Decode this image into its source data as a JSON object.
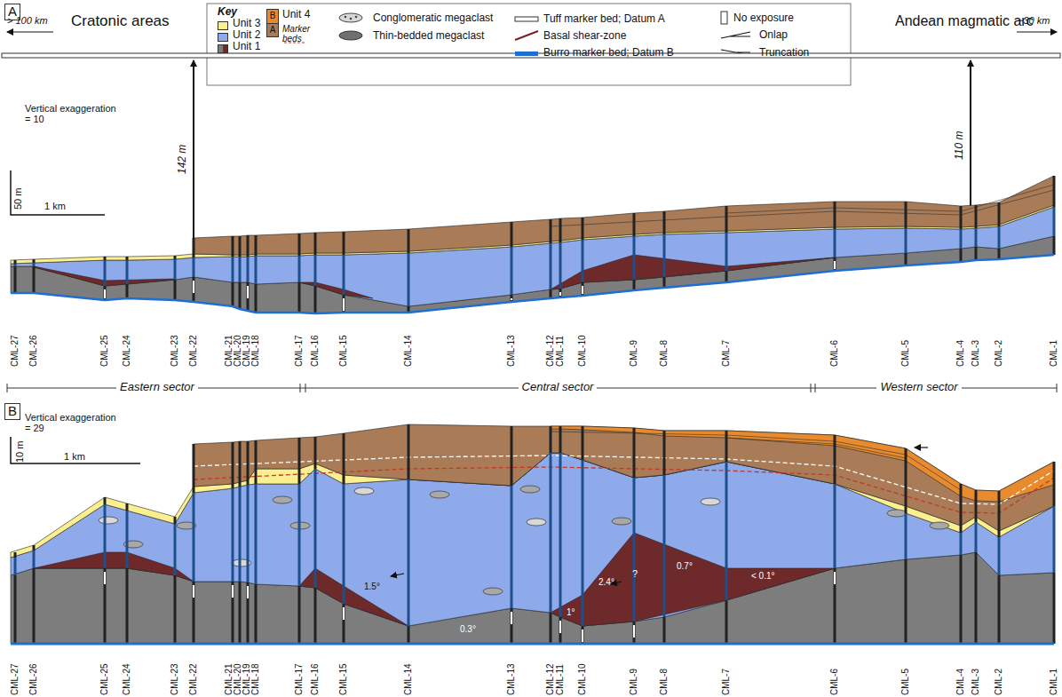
{
  "diagram": {
    "labels": [
      "A",
      "> 100 km",
      "Cratonic areas",
      "Key",
      "B",
      "A",
      "Marker beds",
      "Andean magmatic arc",
      "~30 km",
      "Vertical exaggeration = 10",
      "50 m",
      "1 km",
      "142 m",
      "110 m",
      "CML-27",
      "CML-26",
      "CML-25",
      "CML-24",
      "CML-23",
      "CML-22",
      "CML-21",
      "CML-20",
      "CML-19",
      "CML-18",
      "CML-17",
      "CML-16",
      "CML-15",
      "CML-14",
      "CML-13",
      "CML-12",
      "CML-11",
      "CML-10",
      "CML-9",
      "CML-8",
      "CML-7",
      "CML-6",
      "CML-5",
      "CML-4",
      "CML-3",
      "CML-2",
      "CML-1",
      "Eastern sector",
      "Central sector",
      "Western sector",
      "B",
      "Vertical exaggeration = 29",
      "10 m",
      "1 km",
      "1.5°",
      "0.3°",
      "1°",
      "2.4°",
      "?",
      "0.7°",
      "< 0.1°",
      "CML-27",
      "CML-26",
      "CML-25",
      "CML-24",
      "CML-23",
      "CML-22",
      "CML-21",
      "CML-20",
      "CML-19",
      "CML-18",
      "CML-17",
      "CML-16",
      "CML-15",
      "CML-14",
      "CML-13",
      "CML-12",
      "CML-11",
      "CML-10",
      "CML-9",
      "CML-8",
      "CML-7",
      "CML-6",
      "CML-5",
      "CML-4",
      "CML-3",
      "CML-2",
      "CML-1"
    ],
    "legend": [
      {
        "text": "Unit 3",
        "color": "#fcef8f"
      },
      {
        "text": "Unit 2",
        "color": "#8eaaea"
      },
      {
        "text": "Unit 1",
        "color": "#7d7d7d"
      },
      {
        "text": "Unit 4",
        "color": "#a97b57"
      },
      {
        "text": "Conglomeratic megaclast"
      },
      {
        "text": "Thin-bedded megaclast"
      },
      {
        "text": "Tuff marker bed; Datum A"
      },
      {
        "text": "Basal shear-zone"
      },
      {
        "text": "Burro marker bed; Datum B",
        "color": "#1f6fd1"
      },
      {
        "text": "No exposure"
      },
      {
        "text": "Onlap"
      },
      {
        "text": "Truncation"
      }
    ]
  }
}
